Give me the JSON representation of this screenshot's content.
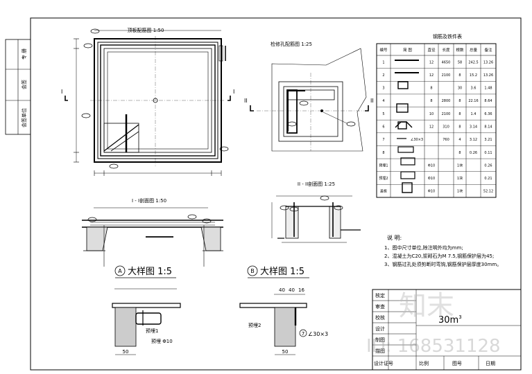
{
  "left_strip": {
    "a": "专 册",
    "b": "会签",
    "c": "会签单位"
  },
  "plan": {
    "title": "顶板配筋图  1:50",
    "section_mark": "I"
  },
  "well": {
    "title": "检修孔配筋图 1:25",
    "section_mark": "II"
  },
  "section1": {
    "title": "I - I剖面图 1:50"
  },
  "section2": {
    "title": "II - II剖面图 1:25"
  },
  "detailA": {
    "circle": "A",
    "title": "大样图  1:5",
    "label_bar": "预埋1",
    "label_note": "预埋 Φ10",
    "dim": "50"
  },
  "detailB": {
    "circle": "B",
    "title": "大样图  1:5",
    "label_bar": "预埋2",
    "mark": "7",
    "angle": "∠30×3",
    "dims": [
      "40",
      "40",
      "16"
    ],
    "dim": "50"
  },
  "table": {
    "title": "钢筋及铁件表",
    "headers": [
      "编号",
      "简 图",
      "直径",
      "长度",
      "根数",
      "总量",
      "备注"
    ],
    "rows": [
      [
        "1",
        "",
        "12",
        "4650",
        "58",
        "242.5",
        "13.26"
      ],
      [
        "2",
        "",
        "12",
        "2100",
        "8",
        "15.2",
        "13.26"
      ],
      [
        "3",
        "",
        "8",
        "",
        "30",
        "3.6",
        "1.48"
      ],
      [
        "4",
        "",
        "8",
        "2800",
        "8",
        "22.16",
        "8.64"
      ],
      [
        "5",
        "",
        "10",
        "2100",
        "8",
        "1.4",
        "6.36"
      ],
      [
        "6",
        "",
        "12",
        "310",
        "8",
        "3.14",
        "8.14"
      ],
      [
        "7",
        "∠30×3",
        "",
        "760",
        "4",
        "3.12",
        "3.21"
      ],
      [
        "8",
        "",
        "",
        "",
        "8",
        "0.26",
        "0.11"
      ],
      [
        "预埋1",
        "",
        "Φ10",
        "",
        "1块",
        "",
        "0.26"
      ],
      [
        "预埋2",
        "",
        "Φ10",
        "",
        "1块",
        "",
        "0.21"
      ],
      [
        "盖板",
        "",
        "Φ10",
        "",
        "1块",
        "",
        "52.12"
      ]
    ]
  },
  "notes": {
    "title": "说 明:",
    "items": [
      "1、图中尺寸单位,除注明外均为mm;",
      "2、混凝土为C20,浆砌石为M 7.5,钢筋保护层为45;",
      "3、钢筋过孔处须剪断时弯钩,钢筋保护层厚度30mm。"
    ]
  },
  "titleblock": {
    "rows": [
      "核定",
      "审查",
      "校核",
      "设计",
      "制图",
      "描图"
    ],
    "volume": "30m",
    "volume_sup": "3",
    "code_label": "设计证号",
    "drawing_no_label": "图号",
    "date_label": "日期",
    "scale_label": "比例"
  },
  "watermark": {
    "logo": "知末",
    "id": "ID: 168531128"
  }
}
